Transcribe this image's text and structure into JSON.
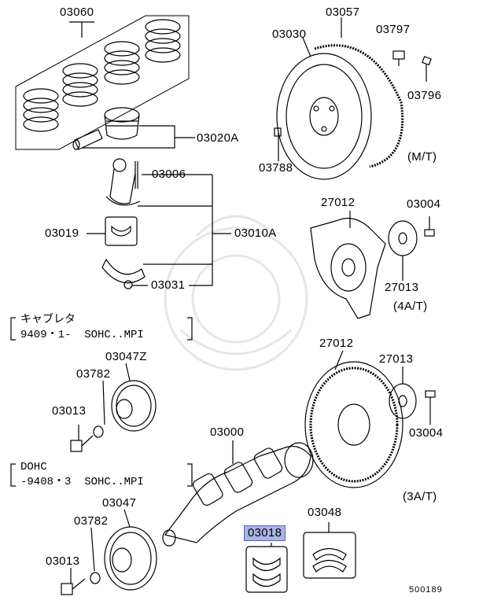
{
  "parts": {
    "p03060": "03060",
    "p03057": "03057",
    "p03030": "03030",
    "p03797": "03797",
    "p03796": "03796",
    "p03020a": "03020A",
    "p03788": "03788",
    "mt": "(M/T)",
    "p03006": "03006",
    "p03019": "03019",
    "p03010a": "03010A",
    "p03031": "03031",
    "p27012a": "27012",
    "p03004a": "03004",
    "p27013a": "27013",
    "at4": "(4A/T)",
    "p03047z": "03047Z",
    "p03782a": "03782",
    "p03013a": "03013",
    "p27012b": "27012",
    "p27013b": "27013",
    "p03004b": "03004",
    "p03000": "03000",
    "p03047": "03047",
    "p03782b": "03782",
    "p03013b": "03013",
    "p03018": "03018",
    "p03048": "03048",
    "at3": "(3A/T)"
  },
  "notes": {
    "carb_line1": "キャブレタ",
    "carb_line2": "9409・1-  SOHC..MPI",
    "dohc_line1": "DOHC",
    "dohc_line2": "-9408・3  SOHC..MPI"
  },
  "diagram_code": "500189",
  "colors": {
    "highlight": "#a9b4e6",
    "line": "#000000"
  }
}
